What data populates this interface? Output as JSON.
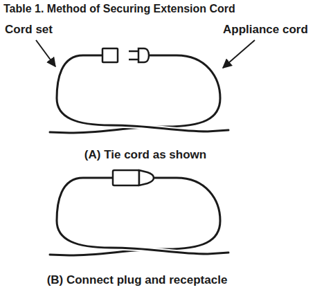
{
  "diagram": {
    "title": "Table 1. Method of Securing Extension Cord",
    "labels": [
      "Cord set",
      "Appliance cord",
      "(A) Tie cord as shown",
      "(B) Connect plug and receptacle"
    ]
  }
}
